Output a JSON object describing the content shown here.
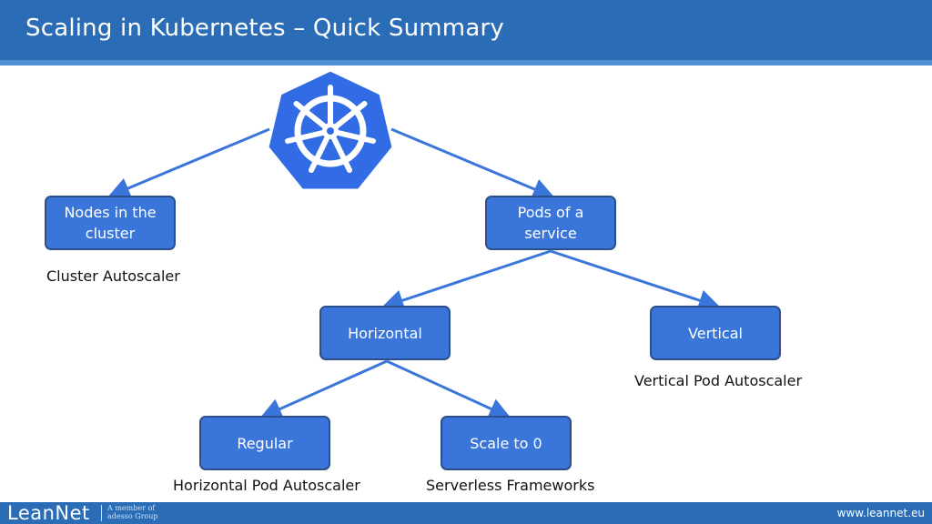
{
  "header": {
    "title": "Scaling in Kubernetes – Quick Summary"
  },
  "logo": {
    "icon": "kubernetes-helm-wheel",
    "color": "#326ce5"
  },
  "nodes": {
    "nodes_cluster": "Nodes in the cluster",
    "pods_service": "Pods of a service",
    "horizontal": "Horizontal",
    "vertical": "Vertical",
    "regular": "Regular",
    "scale_to_zero": "Scale to 0"
  },
  "captions": {
    "cluster_autoscaler": "Cluster Autoscaler",
    "vertical_pod_autoscaler": "Vertical Pod Autoscaler",
    "horizontal_pod_autoscaler": "Horizontal Pod Autoscaler",
    "serverless_frameworks": "Serverless Frameworks"
  },
  "footer": {
    "brand": "LeanNet",
    "brand_sub": "A member of adesso Group",
    "website": "www.leannet.eu"
  },
  "colors": {
    "accent": "#2a6db6",
    "node_fill": "#3a75da",
    "node_border": "#2a4f8a",
    "arrow": "#3a75da"
  }
}
